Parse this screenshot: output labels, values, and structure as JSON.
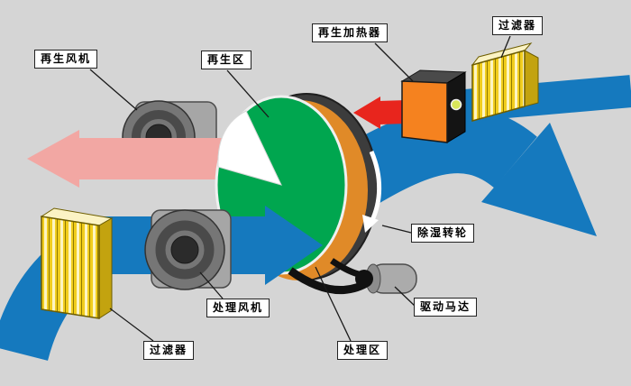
{
  "labels": {
    "regen_fan": "再生风机",
    "regen_zone": "再生区",
    "regen_heater": "再生加热器",
    "filter_top": "过滤器",
    "wheel": "除湿转轮",
    "motor": "驱动马达",
    "process_fan": "处理风机",
    "process_zone": "处理区",
    "filter_bottom": "过滤器"
  },
  "colors": {
    "background": "#d5d5d5",
    "process_air": "#1579be",
    "regen_exhaust": "#f2a7a3",
    "hot_air": "#e8251d",
    "wheel_face": "#00a64f",
    "wheel_rim": "#3c3c3c",
    "wheel_hot_ring": "#e08a28",
    "heater_front": "#f5821f",
    "filter_yellow": "#f1cd1e",
    "fan_body": "#a6a6a6"
  }
}
